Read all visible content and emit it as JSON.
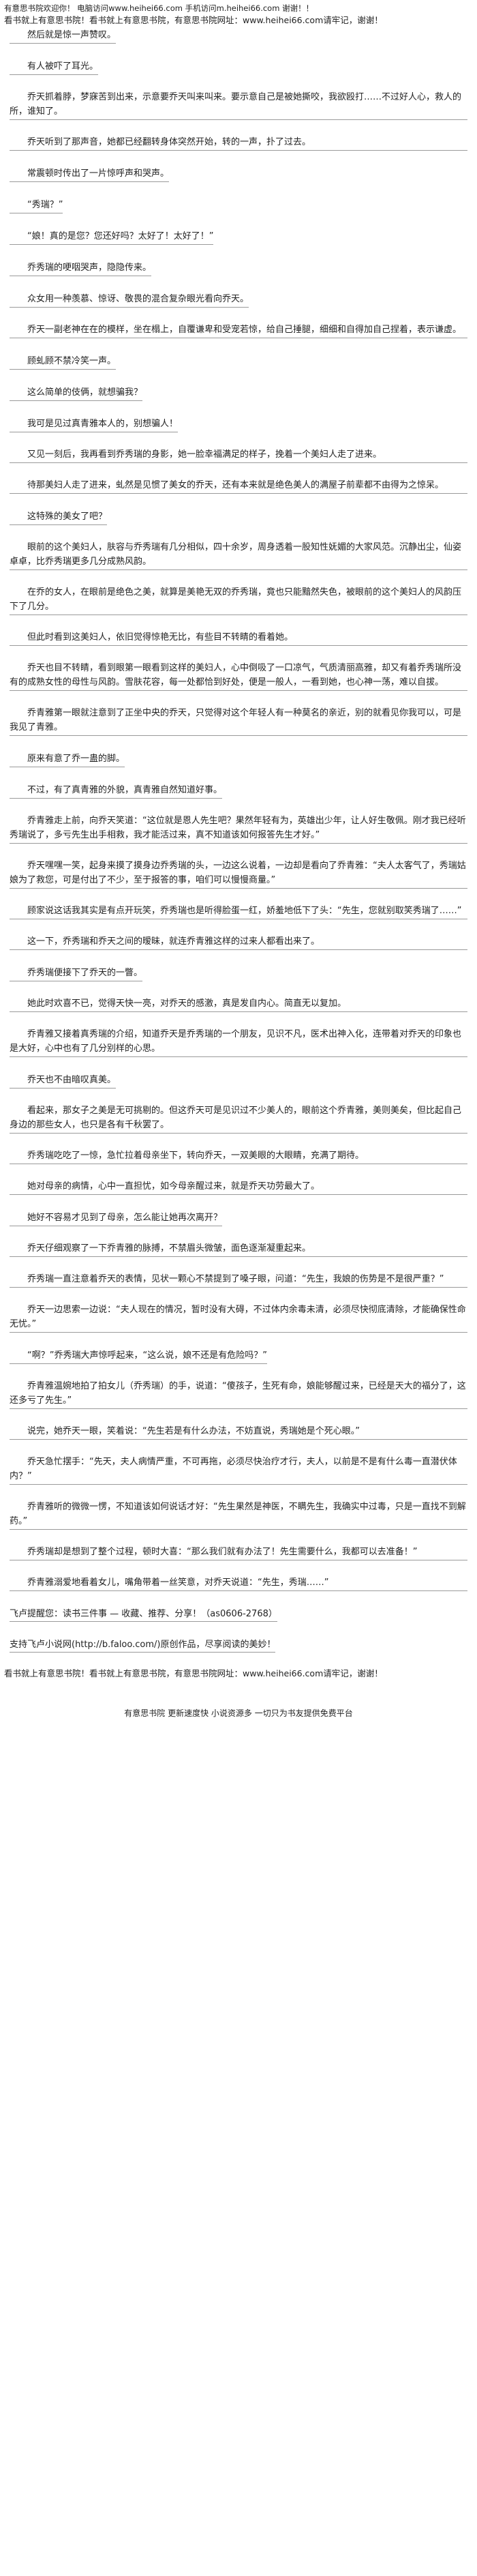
{
  "header": {
    "line1": "有意思书院欢迎你！ 电脑访问www.heihei66.com 手机访问m.heihei66.com 谢谢！！",
    "line2": "看书就上有意思书院！看书就上有意思书院，有意思书院网址：www.heihei66.com请牢记，谢谢！"
  },
  "paragraphs": [
    "然后就是惊一声赞叹。",
    "有人被吓了耳光。",
    "乔天抓着脖，梦寐苦到出来，示意要乔天叫来叫来。要示意自己是被她撕咬，我欲殴打……不过好人心，救人的所，谁知了。",
    "乔天听到了那声音，她都已经翻转身体突然开始，转的一声，扑了过去。",
    "常震顿时传出了一片惊呼声和哭声。",
    "“秀瑞？”",
    "“娘！真的是您？您还好吗？太好了！太好了！”",
    "乔秀瑞的哽咽哭声，隐隐传来。",
    "众女用一种羡慕、惊讶、敬畏的混合复杂眼光看向乔天。",
    "乔天一副老神在在的模样，坐在榻上，自覆谦卑和受宠若惊，给自己捶腿，细细和自得加自己捏着，表示谦虚。",
    "顾虬顾不禁冷笑一声。",
    "这么简单的伎俩，就想骗我？",
    "我可是见过真青雅本人的，别想骗人！",
    "又见一刻后，我再看到乔秀瑞的身影，她一脸幸福满足的样子，挽着一个美妇人走了进来。",
    "待那美妇人走了进来，虬然是见惯了美女的乔天，还有本来就是绝色美人的满屋子前辈都不由得为之惊呆。",
    "这特殊的美女了吧？",
    "眼前的这个美妇人，肤容与乔秀瑞有几分相似，四十余岁，周身透着一股知性妩媚的大家风范。沉静出尘，仙姿卓卓，比乔秀瑞更多几分成熟风韵。",
    "在乔的女人，在眼前是绝色之美，就算是美艳无双的乔秀瑞，竟也只能黯然失色，被眼前的这个美妇人的风韵压下了几分。",
    "但此时看到这美妇人，依旧觉得惊艳无比，有些目不转睛的看着她。",
    "乔天也目不转睛，看到眼第一眼看到这样的美妇人，心中倒吸了一口凉气，气质清丽高雅，却又有着乔秀瑞所没有的成熟女性的母性与风韵。雪肤花容，每一处都恰到好处，便是一般人，一看到她，也心神一荡，难以自拔。",
    "乔青雅第一眼就注意到了正坐中央的乔天，只觉得对这个年轻人有一种莫名的亲近，别的就看见你我可以，可是我见了青雅。",
    "原来有意了乔一蛊的脚。",
    "不过，有了真青雅的外貌，真青雅自然知道好事。",
    "乔青雅走上前，向乔天笑道：“这位就是恩人先生吧？果然年轻有为，英雄出少年，让人好生敬佩。刚才我已经听秀瑞说了，多亏先生出手相救，我才能活过来，真不知道该如何报答先生才好。”",
    "乔天嘿嘿一笑，起身来摸了摸身边乔秀瑞的头，一边这么说着，一边却是看向了乔青雅：“夫人太客气了，秀瑞姑娘为了救您，可是付出了不少，至于报答的事，咱们可以慢慢商量。”",
    "顾家说这话我其实是有点开玩笑，乔秀瑞也是听得脸蛋一红，娇羞地低下了头：“先生，您就别取笑秀瑞了……”",
    "这一下，乔秀瑞和乔天之间的暧昧，就连乔青雅这样的过来人都看出来了。",
    "乔秀瑞便接下了乔天的一瞥。",
    "她此时欢喜不已，觉得天快一亮，对乔天的感激，真是发自内心。简直无以复加。",
    "乔青雅又接着真秀瑞的介绍，知道乔天是乔秀瑞的一个朋友，见识不凡，医术出神入化，连带着对乔天的印象也是大好，心中也有了几分别样的心思。",
    "乔天也不由暗叹真美。",
    "看起来，那女子之美是无可挑剔的。但这乔天可是见识过不少美人的，眼前这个乔青雅，美则美矣，但比起自己身边的那些女人，也只是各有千秋罢了。",
    "乔秀瑞吃吃了一惊，急忙拉着母亲坐下，转向乔天，一双美眼的大眼睛，充满了期待。",
    "她对母亲的病情，心中一直担忧，如今母亲醒过来，就是乔天功劳最大了。",
    "她好不容易才见到了母亲，怎么能让她再次离开？",
    "乔天仔细观察了一下乔青雅的脉搏，不禁眉头微皱，面色逐渐凝重起来。",
    "乔秀瑞一直注意着乔天的表情，见状一颗心不禁提到了嗓子眼，问道：“先生，我娘的伤势是不是很严重？”",
    "乔天一边思索一边说：“夫人现在的情况，暂时没有大碍，不过体内余毒未清，必须尽快彻底清除，才能确保性命无忧。”",
    "“啊？”乔秀瑞大声惊呼起来，“这么说，娘不还是有危险吗？”",
    "乔青雅温婉地拍了拍女儿（乔秀瑞）的手，说道：“傻孩子，生死有命，娘能够醒过来，已经是天大的福分了，这还多亏了先生。”",
    "说完，她乔天一眼，笑着说：“先生若是有什么办法，不妨直说，秀瑞她是个死心眼。”",
    "乔天急忙摆手：“先天，夫人病情严重，不可再拖，必须尽快治疗才行，夫人，以前是不是有什么毒一直潜伏体内？”",
    "乔青雅听的微微一愣，不知道该如何说话才好：“先生果然是神医，不瞒先生，我确实中过毒，只是一直找不到解药。”",
    "乔秀瑞却是想到了整个过程，顿时大喜：“那么我们就有办法了！先生需要什么，我都可以去准备！”",
    "乔青雅溺爱地看着女儿，嘴角带着一丝笑意，对乔天说道：“先生，秀瑞……”"
  ],
  "footer": {
    "note": "飞卢提醒您：读书三件事 — 收藏、推荐、分享！（as0606-2768）",
    "link": "支持飞卢小说网(http://b.faloo.com/)原创作品，尽享阅读的美妙！",
    "line2": "看书就上有意思书院！看书就上有意思书院，有意思书院网址：www.heihei66.com请牢记，谢谢！",
    "bottom": "有意思书院 更新速度快 小说资源多 一切只为书友提供免费平台"
  }
}
